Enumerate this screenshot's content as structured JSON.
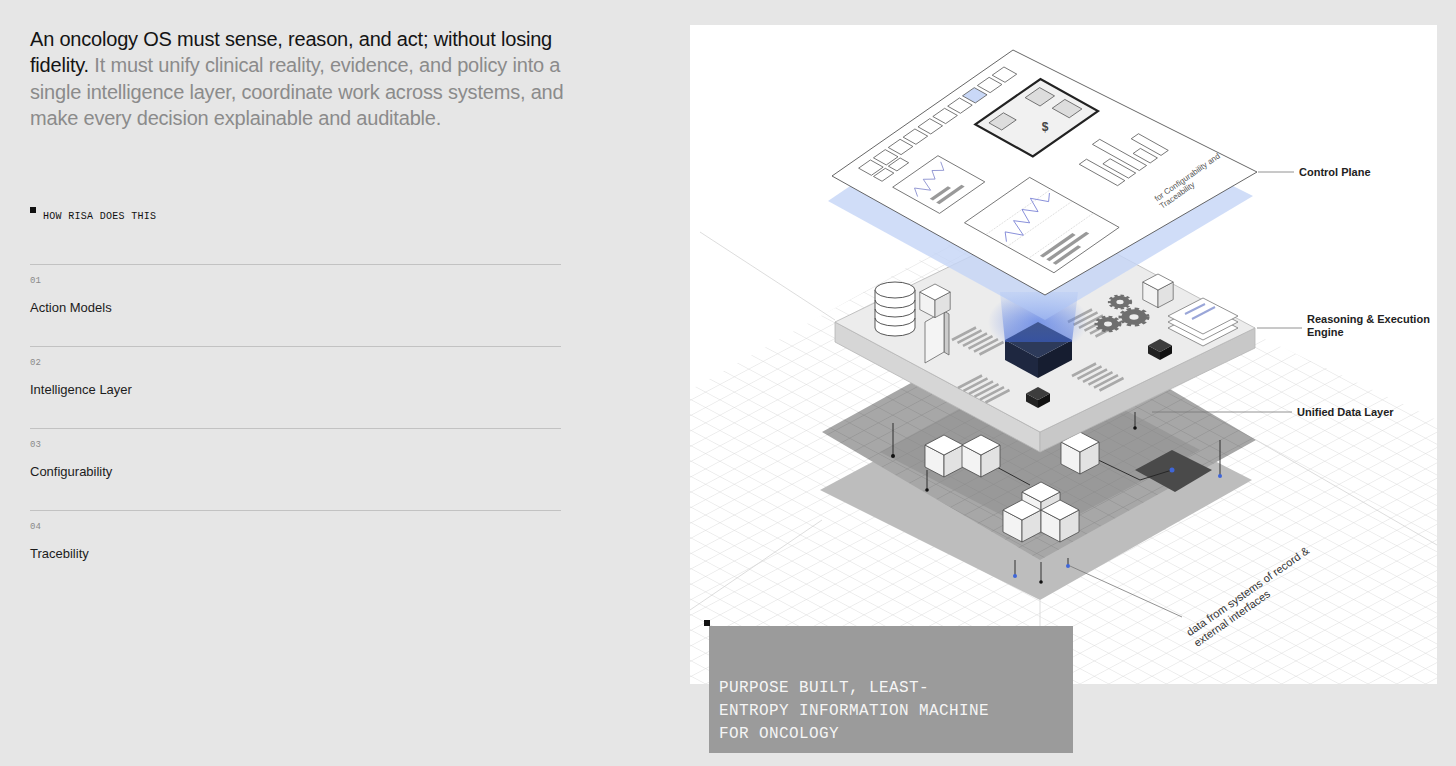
{
  "diagram": {
    "title": "An oncology OS must sense, reason, and act; without losing fidelity.",
    "caption": "PURPOSE BUILT, LEAST-ENTROPY INFORMATION MACHINE FOR ONCOLOGY",
    "labels": [
      "It must unify clinical reality, evidence, and policy into a single intelligence layer, coordinate work across systems, and make every decision explainable and auditable.",
      "HOW RISA DOES THIS",
      "01",
      "Action Models",
      "02",
      "Intelligence Layer",
      "03",
      "Configurability",
      "04",
      "Tracebility",
      "$",
      "for Configurability and Traceability",
      "Control Plane",
      "Reasoning & Execution Engine",
      "Unified Data Layer",
      "data from systems of record & external interfaces"
    ]
  }
}
